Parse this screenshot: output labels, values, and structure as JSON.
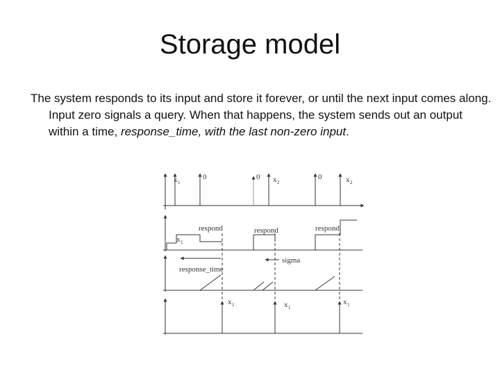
{
  "slide": {
    "title": "Storage model",
    "body": {
      "text_plain": "The system responds to its input and store it forever, or until the next input comes along. Input zero signals a query. When that happens, the system sends out an output within a time, ",
      "response_time": "response_time",
      "text_mid": ", with the last non-zero ",
      "input_word": "input",
      "period": "."
    }
  },
  "diagram": {
    "input_row": {
      "x1": "x",
      "x1_sub": "1",
      "zero_a": "0",
      "zero_b": "0",
      "x2_a": "x",
      "x2_a_sub": "2",
      "zero_c": "0",
      "x2_b": "x",
      "x2_b_sub": "2"
    },
    "state_row": {
      "respond_1": "respond",
      "respond_2": "respond",
      "respond_3": "respond",
      "x1": "x",
      "x1_sub": "1"
    },
    "sigma_row": {
      "response_time": "response_time",
      "sigma": "sigma"
    },
    "output_row": {
      "x1_a": "x",
      "x1_a_sub": "1",
      "x1_b": "x",
      "x1_b_sub": "1",
      "x1_c": "x",
      "x1_c_sub": "1"
    }
  }
}
